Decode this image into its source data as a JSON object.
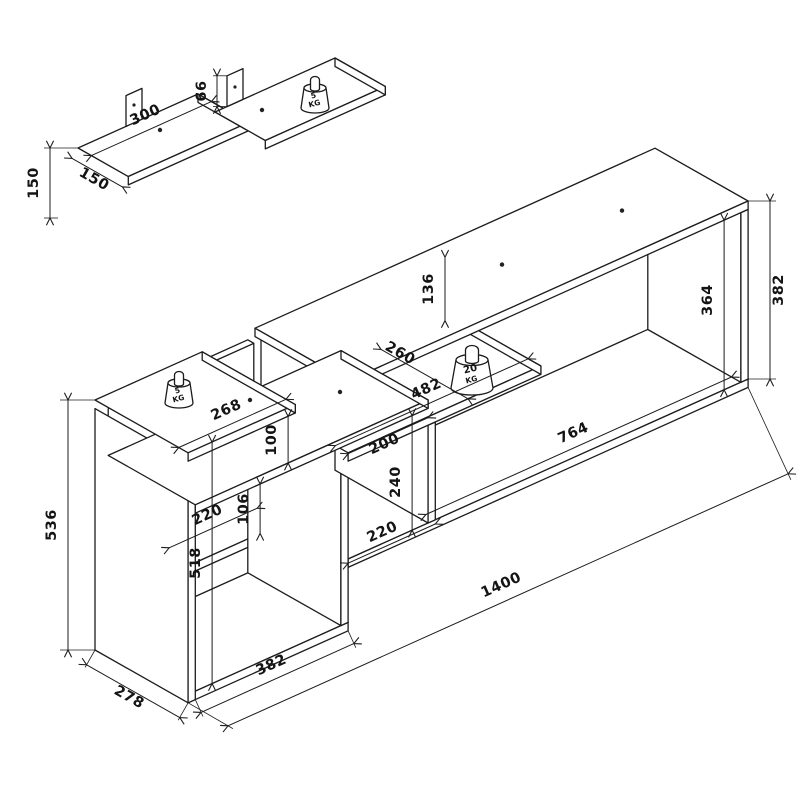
{
  "detail_view": {
    "dims": {
      "height": "150",
      "shelf_depth": "150",
      "shelf_length": "300",
      "bracket_height": "66"
    },
    "weight": {
      "value": "5",
      "unit": "KG"
    }
  },
  "main_view": {
    "dims": {
      "overall_length": "1400",
      "overall_height": "536",
      "depth": "278",
      "left_inner_height": "518",
      "bottom_shelf_length": "382",
      "right_panel_height": "382",
      "right_inner_height": "364",
      "back_panel_height": "136",
      "middle_shelf_length": "482",
      "middle_shelf_clear_depth": "260",
      "top_left_shelf_length": "268",
      "shelf_gap_upper": "100",
      "shelf_gap_lower": "106",
      "left_shelf_segment": "220",
      "middle_opening_width": "200",
      "lower_opening_width": "220",
      "lower_opening_height": "240",
      "right_opening_width": "764"
    },
    "weight_large": {
      "value": "20",
      "unit": "KG"
    },
    "weight_small": {
      "value": "5",
      "unit": "KG"
    }
  }
}
